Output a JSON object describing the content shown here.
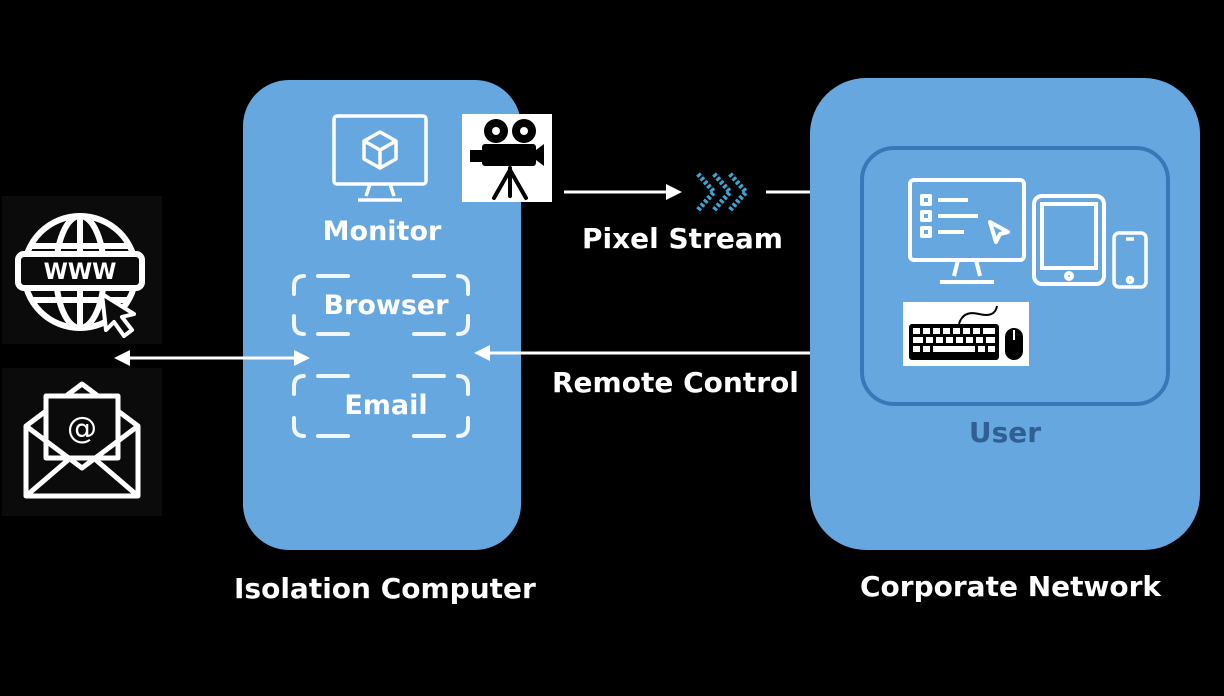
{
  "diagram": {
    "isolation": {
      "title": "Isolation Computer",
      "monitor_label": "Monitor",
      "browser_label": "Browser",
      "email_label": "Email"
    },
    "corporate": {
      "title": "Corporate Network",
      "user_label": "User"
    },
    "pixel_stream_label": "Pixel Stream",
    "remote_control_label": "Remote Control",
    "www_text": "WWW",
    "email_at_text": "@"
  },
  "colors": {
    "background": "#000000",
    "panel": "#67a7e0",
    "user_border": "#3a77b8",
    "user_text": "#2f5f93",
    "chevron": "#39a7d6"
  },
  "icons": [
    "globe-www-icon",
    "envelope-at-icon",
    "monitor-cube-icon",
    "movie-camera-icon",
    "chevrons-icon",
    "desktop-icon",
    "tablet-icon",
    "phone-icon",
    "keyboard-mouse-icon"
  ]
}
